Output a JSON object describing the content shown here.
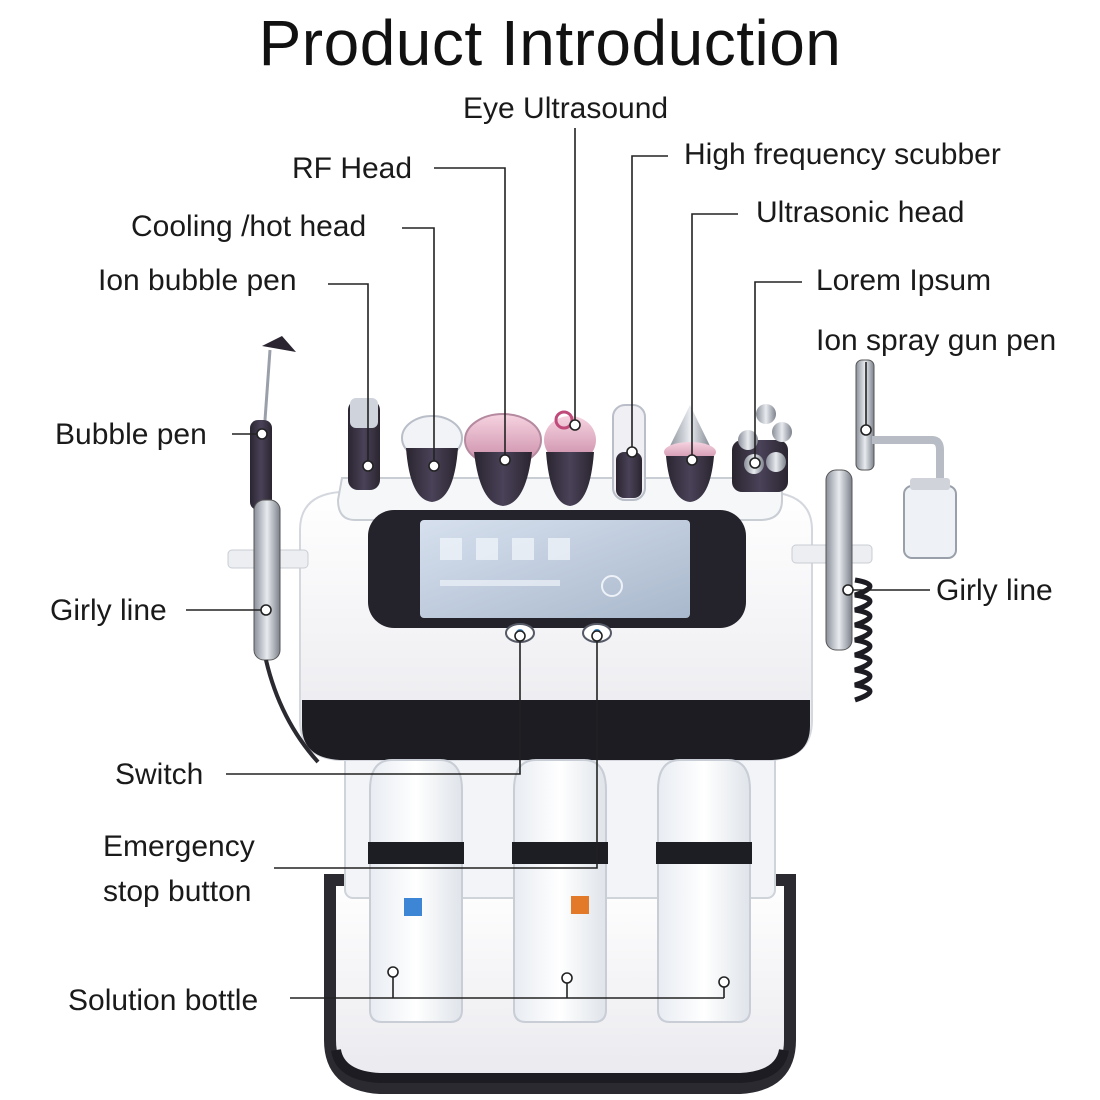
{
  "title": "Product Introduction",
  "labels": {
    "eye_ultrasound": "Eye Ultrasound",
    "high_frequency_scrubber": "High frequency scubber",
    "rf_head": "RF Head",
    "ultrasonic_head": "Ultrasonic head",
    "cooling_hot_head": "Cooling /hot head",
    "ion_bubble_pen": "Ion bubble pen",
    "lorem_ipsum": "Lorem Ipsum",
    "ion_spray_gun_pen": "Ion spray gun pen",
    "bubble_pen": "Bubble pen",
    "girly_line_left": "Girly line",
    "girly_line_right": "Girly line",
    "switch": "Switch",
    "emergency_stop_line1": "Emergency",
    "emergency_stop_line2": "stop button",
    "solution_bottle": "Solution bottle"
  },
  "colors": {
    "text": "#1a1a1a",
    "device_body": "#f4f4f6",
    "device_dark_band": "#1c1c22",
    "screen": "#b9c6d8",
    "handpiece_pink": "#e7a9c0",
    "handpiece_dark": "#3a3344"
  }
}
